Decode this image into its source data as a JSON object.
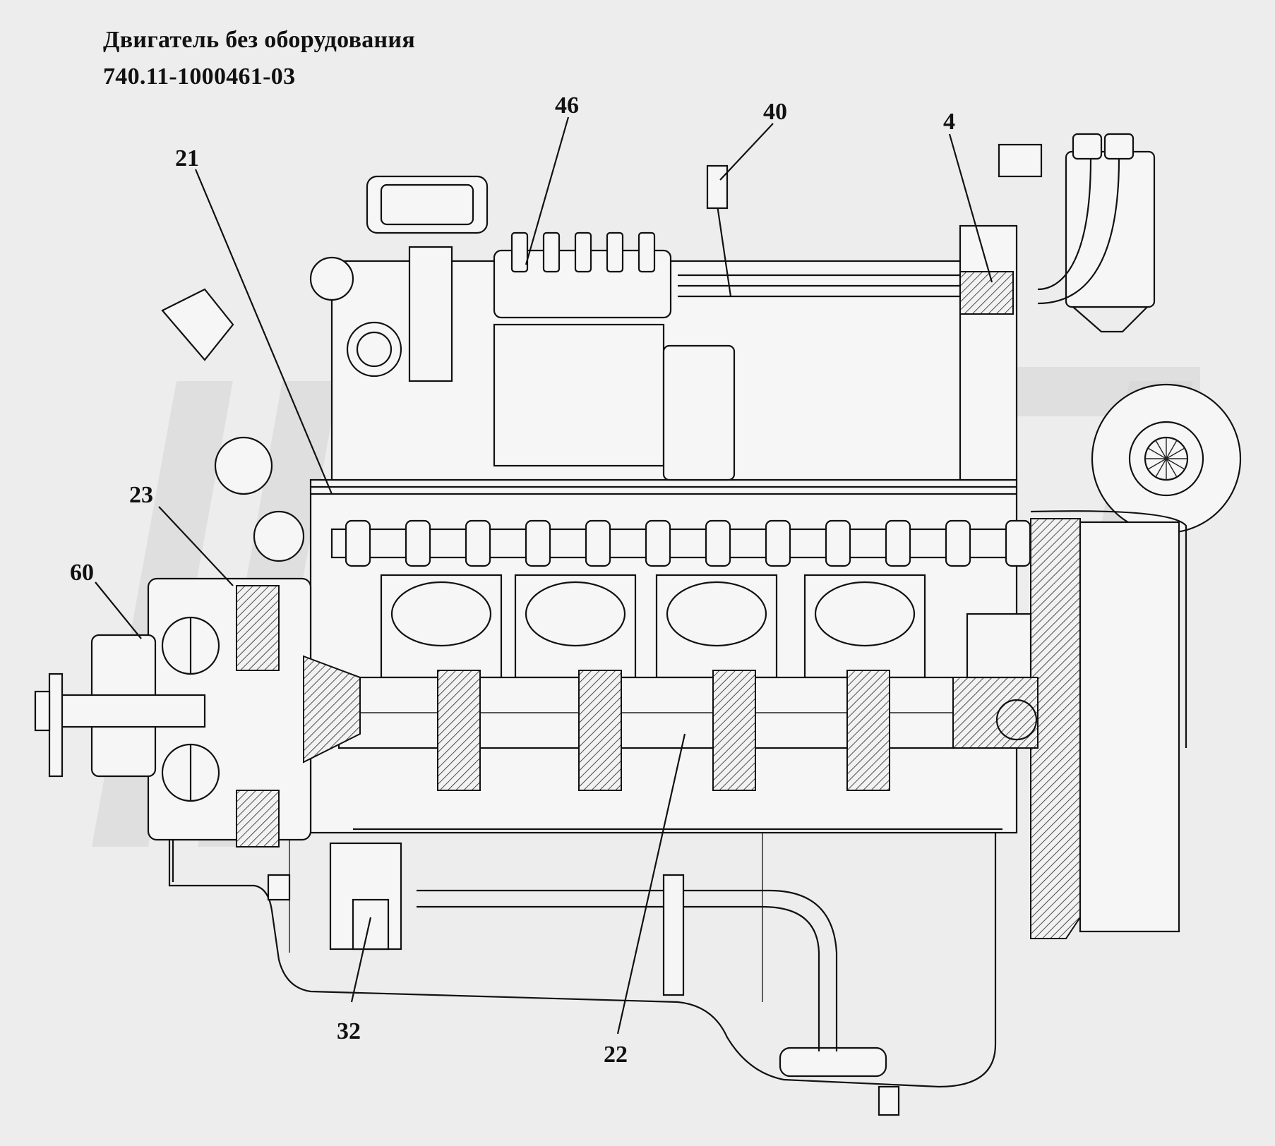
{
  "title": {
    "line1": "Двигатель без оборудования",
    "line2": "740.11-1000461-03"
  },
  "callouts": [
    {
      "id": "c46",
      "label": "46"
    },
    {
      "id": "c40",
      "label": "40"
    },
    {
      "id": "c4",
      "label": "4"
    },
    {
      "id": "c21",
      "label": "21"
    },
    {
      "id": "c23",
      "label": "23"
    },
    {
      "id": "c60",
      "label": "60"
    },
    {
      "id": "c32",
      "label": "32"
    },
    {
      "id": "c22",
      "label": "22"
    }
  ]
}
